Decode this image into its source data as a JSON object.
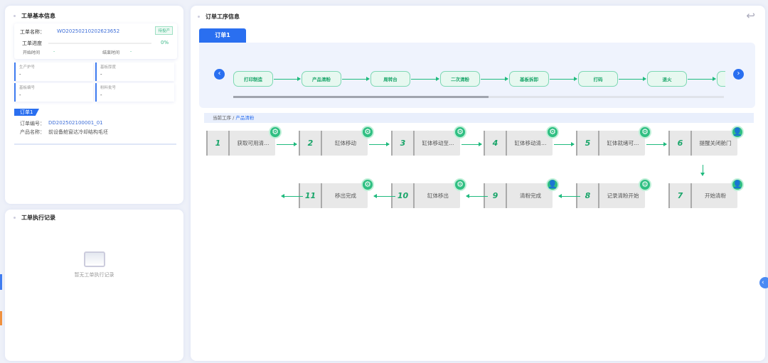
{
  "basic": {
    "title": "工单基本信息",
    "name_label": "工单名称：",
    "name_value": "WO20250210202623652",
    "status": "待投产",
    "progress_label": "工单进度",
    "progress_percent": 0,
    "progress_text": "0%",
    "start_label": "开始时间",
    "start_value": "-",
    "end_label": "结束时间",
    "end_value": "-",
    "fields": [
      {
        "label": "生产炉号",
        "value": "-"
      },
      {
        "label": "基板厚度",
        "value": "-"
      },
      {
        "label": "基板编号",
        "value": "-"
      },
      {
        "label": "粉料批号",
        "value": "-"
      }
    ],
    "order_tag": "订单1",
    "order_no_label": "订单编号：",
    "order_no": "DD202502100001_01",
    "product_label": "产品名称：",
    "product": "前设备舱窗达冷却结构毛坯"
  },
  "records": {
    "title": "工单执行记录",
    "empty": "暂无工单执行记录"
  },
  "main": {
    "title": "订单工序信息",
    "tab": "订单1",
    "flow": [
      "打印制造",
      "产品清粉",
      "周转台",
      "二次清粉",
      "基板拆卸",
      "打码",
      "退火",
      ""
    ],
    "scroll_fraction": 0.52,
    "current_label": "当前工序 / ",
    "current_value": "产品清粉",
    "steps": [
      {
        "n": "1",
        "label": "获取可用清…",
        "icon": "gear-icon"
      },
      {
        "n": "2",
        "label": "缸体移动",
        "icon": "gear-icon"
      },
      {
        "n": "3",
        "label": "缸体移动至…",
        "icon": "gear-icon"
      },
      {
        "n": "4",
        "label": "缸体移动清…",
        "icon": "gear-icon"
      },
      {
        "n": "5",
        "label": "缸体就绪可…",
        "icon": "gear-icon"
      },
      {
        "n": "6",
        "label": "提醒关闭舱门",
        "icon": "user-voice-icon"
      },
      {
        "n": "7",
        "label": "开始清粉",
        "icon": "user-voice-icon"
      },
      {
        "n": "8",
        "label": "记录清粉开始",
        "icon": "gear-icon"
      },
      {
        "n": "9",
        "label": "清粉完成",
        "icon": "user-voice-icon"
      },
      {
        "n": "10",
        "label": "缸体移出",
        "icon": "gear-icon"
      },
      {
        "n": "11",
        "label": "移出完成",
        "icon": "gear-icon"
      }
    ]
  },
  "colors": {
    "accent": "#2a6ff0",
    "green": "#1fba7e"
  }
}
